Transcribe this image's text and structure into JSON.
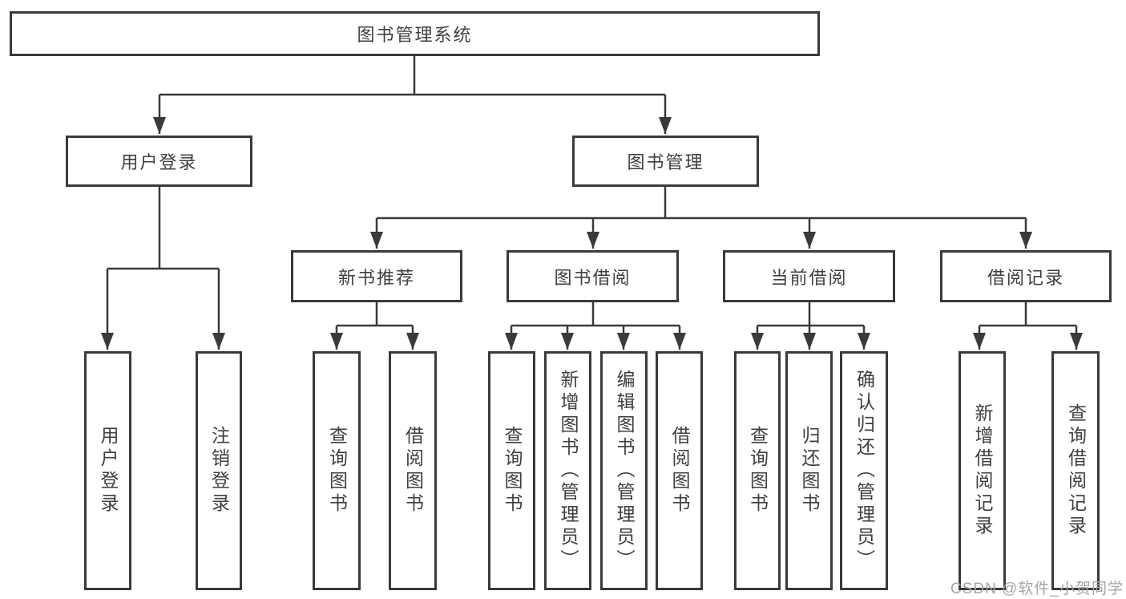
{
  "diagram_title": "图书管理系统",
  "tree": {
    "label": "图书管理系统",
    "children": [
      {
        "label": "用户登录",
        "children": [
          {
            "label": "用户登录"
          },
          {
            "label": "注销登录"
          }
        ]
      },
      {
        "label": "图书管理",
        "children": [
          {
            "label": "新书推荐",
            "children": [
              {
                "label": "查询图书"
              },
              {
                "label": "借阅图书"
              }
            ]
          },
          {
            "label": "图书借阅",
            "children": [
              {
                "label": "查询图书"
              },
              {
                "label": "新增图书（管理员）"
              },
              {
                "label": "编辑图书（管理员）"
              },
              {
                "label": "借阅图书"
              }
            ]
          },
          {
            "label": "当前借阅",
            "children": [
              {
                "label": "查询图书"
              },
              {
                "label": "归还图书"
              },
              {
                "label": "确认归还（管理员）"
              }
            ]
          },
          {
            "label": "借阅记录",
            "children": [
              {
                "label": "新增借阅记录"
              },
              {
                "label": "查询借阅记录"
              }
            ]
          }
        ]
      }
    ]
  },
  "watermark": {
    "text": "CSDN @软件_小贺同学",
    "color": "#a6a6a6"
  },
  "colors": {
    "line": "#3a3a3a",
    "text": "#3f3f3f",
    "background": "#ffffff"
  }
}
